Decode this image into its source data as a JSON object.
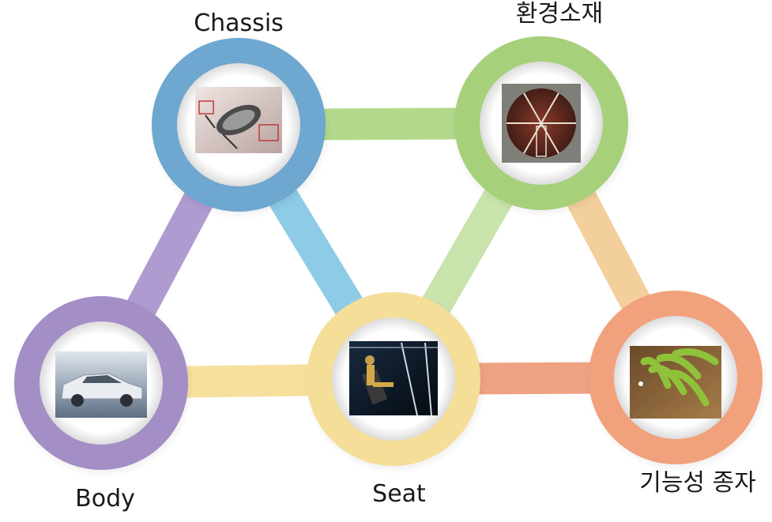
{
  "diagram": {
    "nodes": [
      {
        "id": "chassis",
        "label": "Chassis",
        "ring_color": "#6ea7cf",
        "image": "car-chassis-image"
      },
      {
        "id": "env",
        "label": "환경소재",
        "ring_color": "#a6d07a",
        "image": "industrial-filter-image"
      },
      {
        "id": "body",
        "label": "Body",
        "ring_color": "#a48ec6",
        "image": "sedan-car-image"
      },
      {
        "id": "seat",
        "label": "Seat",
        "ring_color": "#f4de98",
        "image": "seat-test-image"
      },
      {
        "id": "seed",
        "label": "기능성 종자",
        "ring_color": "#f2a17d",
        "image": "green-peppers-image"
      }
    ],
    "edges": [
      {
        "from": "chassis",
        "to": "env",
        "color": "#b2d98b"
      },
      {
        "from": "chassis",
        "to": "body",
        "color": "#ae9bd0"
      },
      {
        "from": "chassis",
        "to": "seat",
        "color": "#8dcbe6"
      },
      {
        "from": "env",
        "to": "seat",
        "color": "#c8e3ac"
      },
      {
        "from": "env",
        "to": "seed",
        "color": "#f3cf9c"
      },
      {
        "from": "body",
        "to": "seat",
        "color": "#f6e09e"
      },
      {
        "from": "seat",
        "to": "seed",
        "color": "#efa282"
      }
    ]
  }
}
